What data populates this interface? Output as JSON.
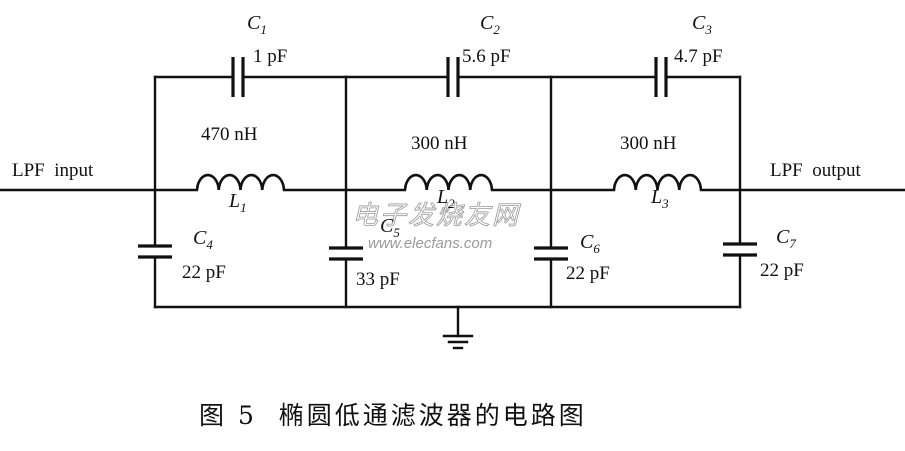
{
  "components": {
    "C1": {
      "name": "C",
      "sub": "1",
      "value": "1 pF"
    },
    "C2": {
      "name": "C",
      "sub": "2",
      "value": "5.6 pF"
    },
    "C3": {
      "name": "C",
      "sub": "3",
      "value": "4.7 pF"
    },
    "C4": {
      "name": "C",
      "sub": "4",
      "value": "22 pF"
    },
    "C5": {
      "name": "C",
      "sub": "5",
      "value": "33 pF"
    },
    "C6": {
      "name": "C",
      "sub": "6",
      "value": "22 pF"
    },
    "C7": {
      "name": "C",
      "sub": "7",
      "value": "22 pF"
    },
    "L1": {
      "name": "L",
      "sub": "1",
      "value": "470 nH"
    },
    "L2": {
      "name": "L",
      "sub": "2",
      "value": "300 nH"
    },
    "L3": {
      "name": "L",
      "sub": "3",
      "value": "300 nH"
    }
  },
  "ports": {
    "input": "LPF  input",
    "output": "LPF  output"
  },
  "watermark": {
    "text_cn": "电子发烧友网",
    "url": "www.elecfans.com"
  },
  "caption": "图 5  椭圆低通滤波器的电路图"
}
